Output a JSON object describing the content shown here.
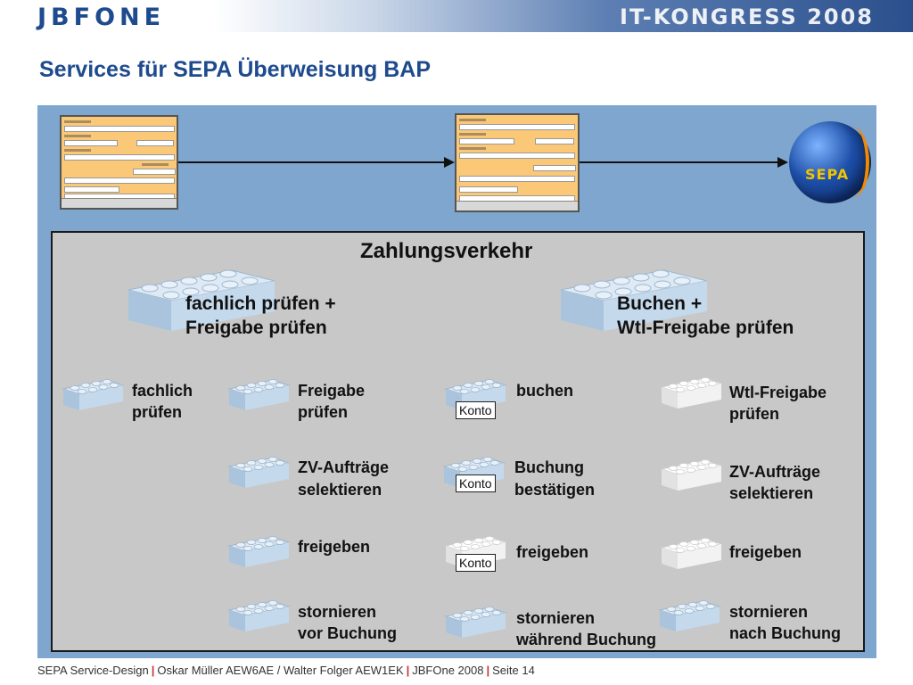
{
  "header": {
    "logo": "JBFONE",
    "congress": "IT-KONGRESS 2008"
  },
  "page_title": "Services für SEPA Überweisung BAP",
  "globe": {
    "label": "SEPA"
  },
  "panel": {
    "title": "Zahlungsverkehr",
    "groups": [
      {
        "line1": "fachlich prüfen +",
        "line2": "Freigabe prüfen"
      },
      {
        "line1": "Buchen +",
        "line2": "Wtl-Freigabe prüfen"
      }
    ],
    "bricks": [
      {
        "line1": "fachlich",
        "line2": "prüfen"
      },
      {
        "line1": "Freigabe",
        "line2": "prüfen"
      },
      {
        "line1": "ZV-Aufträge",
        "line2": "selektieren"
      },
      {
        "line1": "freigeben",
        "line2": ""
      },
      {
        "line1": "stornieren",
        "line2": "vor Buchung"
      },
      {
        "line1": "buchen",
        "line2": "",
        "badge": "Konto"
      },
      {
        "line1": "Buchung",
        "line2": "bestätigen",
        "badge": "Konto"
      },
      {
        "line1": "freigeben",
        "line2": "",
        "badge": "Konto"
      },
      {
        "line1": "stornieren",
        "line2": "während Buchung"
      },
      {
        "line1": "Wtl-Freigabe",
        "line2": "prüfen"
      },
      {
        "line1": "ZV-Aufträge",
        "line2": "selektieren"
      },
      {
        "line1": "freigeben",
        "line2": ""
      },
      {
        "line1": "stornieren",
        "line2": "nach Buchung"
      }
    ]
  },
  "footer": {
    "part1": "SEPA Service-Design",
    "part2": "Oskar Müller AEW6AE / Walter Folger AEW1EK",
    "part3": "JBFOne 2008",
    "part4": "Seite 14"
  },
  "colors": {
    "brand_blue": "#1e4a8e",
    "diagram_bg": "#7fa6cf",
    "panel_bg": "#c8c8c8",
    "brick_blue": "#b8d4ea",
    "brick_white": "#f2f2f2",
    "form_orange": "#fbc877"
  },
  "icons": [
    "lego-brick-icon",
    "sepa-globe-icon",
    "arrow-right-icon"
  ]
}
